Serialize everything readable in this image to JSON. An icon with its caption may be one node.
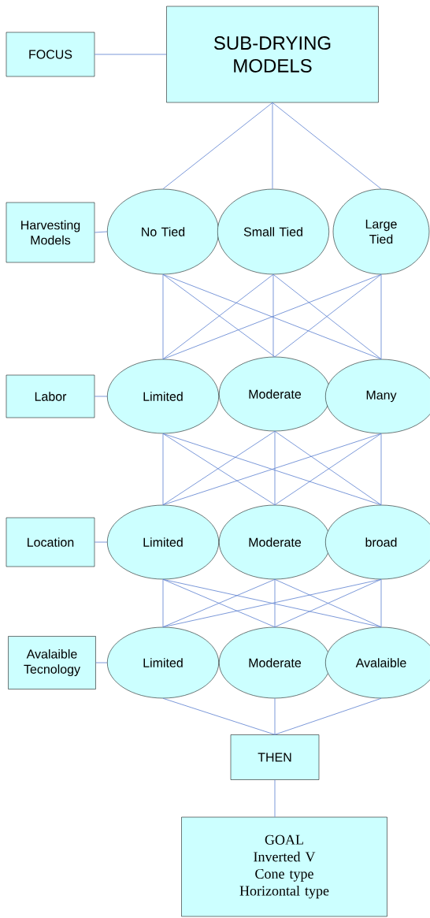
{
  "diagram": {
    "nodes": [
      {
        "text": [
          "FOCUS"
        ]
      },
      {
        "text": [
          "SUB-DRYING MODELS"
        ]
      },
      {
        "text": [
          "Harvesting Models"
        ]
      },
      {
        "text": [
          "No Tied"
        ]
      },
      {
        "text": [
          "Small Tied"
        ]
      },
      {
        "text": [
          "Large Tied"
        ]
      },
      {
        "text": [
          "Labor"
        ]
      },
      {
        "text": [
          "Limited"
        ]
      },
      {
        "text": [
          "Moderate"
        ]
      },
      {
        "text": [
          "Many"
        ]
      },
      {
        "text": [
          "Location"
        ]
      },
      {
        "text": [
          "Limited"
        ]
      },
      {
        "text": [
          "Moderate"
        ]
      },
      {
        "text": [
          "broad"
        ]
      },
      {
        "text": [
          "Avalaible Tecnology"
        ]
      },
      {
        "text": [
          "Limited"
        ]
      },
      {
        "text": [
          "Moderate"
        ]
      },
      {
        "text": [
          "Avalaible"
        ]
      },
      {
        "text": [
          "THEN"
        ]
      },
      {
        "text": [
          "GOAL",
          "Inverted V",
          "Cone type",
          "Horizontal type"
        ]
      }
    ],
    "edges": [
      {
        "from": 0,
        "to": 1,
        "arrow": "none"
      },
      {
        "from": 1,
        "to": 3,
        "arrow": "none"
      },
      {
        "from": 1,
        "to": 4,
        "arrow": "none"
      },
      {
        "from": 1,
        "to": 5,
        "arrow": "none"
      },
      {
        "from": 2,
        "to": 3,
        "arrow": "none"
      },
      {
        "from": 3,
        "to": 7,
        "arrow": "none"
      },
      {
        "from": 3,
        "to": 8,
        "arrow": "none"
      },
      {
        "from": 3,
        "to": 9,
        "arrow": "none"
      },
      {
        "from": 4,
        "to": 7,
        "arrow": "none"
      },
      {
        "from": 4,
        "to": 8,
        "arrow": "none"
      },
      {
        "from": 4,
        "to": 9,
        "arrow": "none"
      },
      {
        "from": 5,
        "to": 7,
        "arrow": "none"
      },
      {
        "from": 5,
        "to": 8,
        "arrow": "none"
      },
      {
        "from": 5,
        "to": 9,
        "arrow": "none"
      },
      {
        "from": 6,
        "to": 7,
        "arrow": "none"
      },
      {
        "from": 7,
        "to": 11,
        "arrow": "none"
      },
      {
        "from": 7,
        "to": 12,
        "arrow": "none"
      },
      {
        "from": 7,
        "to": 13,
        "arrow": "none"
      },
      {
        "from": 8,
        "to": 11,
        "arrow": "none"
      },
      {
        "from": 8,
        "to": 12,
        "arrow": "none"
      },
      {
        "from": 8,
        "to": 13,
        "arrow": "none"
      },
      {
        "from": 9,
        "to": 11,
        "arrow": "none"
      },
      {
        "from": 9,
        "to": 12,
        "arrow": "none"
      },
      {
        "from": 9,
        "to": 13,
        "arrow": "none"
      },
      {
        "from": 10,
        "to": 11,
        "arrow": "none"
      },
      {
        "from": 11,
        "to": 15,
        "arrow": "none"
      },
      {
        "from": 11,
        "to": 16,
        "arrow": "none"
      },
      {
        "from": 11,
        "to": 17,
        "arrow": "none"
      },
      {
        "from": 12,
        "to": 15,
        "arrow": "none"
      },
      {
        "from": 12,
        "to": 16,
        "arrow": "none"
      },
      {
        "from": 12,
        "to": 17,
        "arrow": "none"
      },
      {
        "from": 13,
        "to": 15,
        "arrow": "none"
      },
      {
        "from": 13,
        "to": 16,
        "arrow": "none"
      },
      {
        "from": 13,
        "to": 17,
        "arrow": "none"
      },
      {
        "from": 14,
        "to": 15,
        "arrow": "none"
      },
      {
        "from": 15,
        "to": 18,
        "arrow": "none"
      },
      {
        "from": 16,
        "to": 18,
        "arrow": "none"
      },
      {
        "from": 17,
        "to": 18,
        "arrow": "none"
      },
      {
        "from": 18,
        "to": 19,
        "arrow": "none"
      }
    ]
  }
}
